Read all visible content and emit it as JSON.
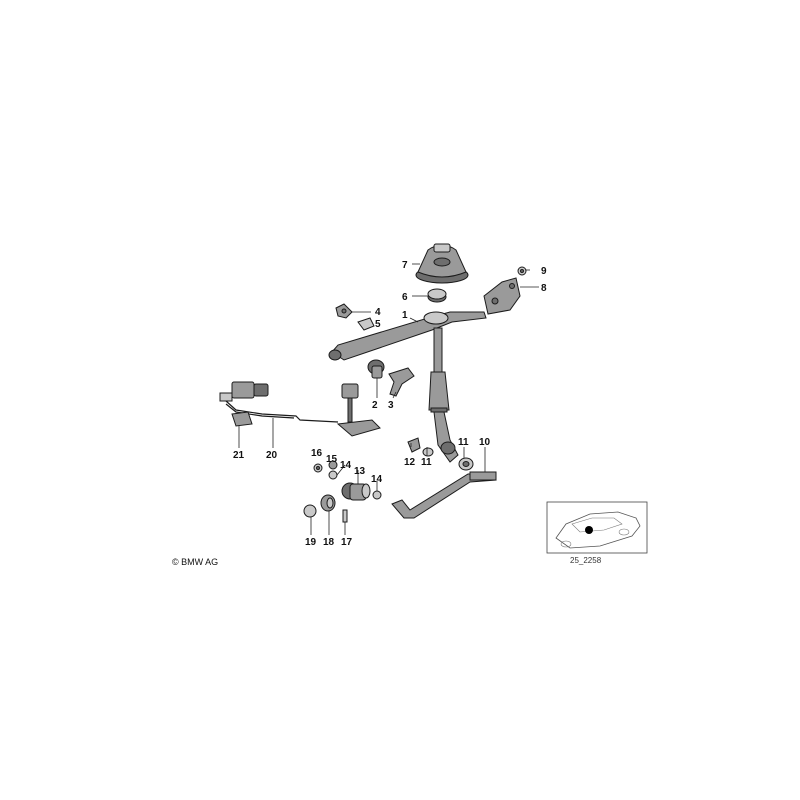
{
  "labels": {
    "p1": "1",
    "p2": "2",
    "p3": "3",
    "p4": "4",
    "p5": "5",
    "p6": "6",
    "p7": "7",
    "p8": "8",
    "p9": "9",
    "p10": "10",
    "p11a": "11",
    "p11b": "11",
    "p12": "12",
    "p13": "13",
    "p14a": "14",
    "p14b": "14",
    "p15": "15",
    "p16": "16",
    "p17": "17",
    "p18": "18",
    "p19": "19",
    "p20": "20",
    "p21": "21"
  },
  "copyright": "© BMW AG",
  "reference_code": "25_2258"
}
